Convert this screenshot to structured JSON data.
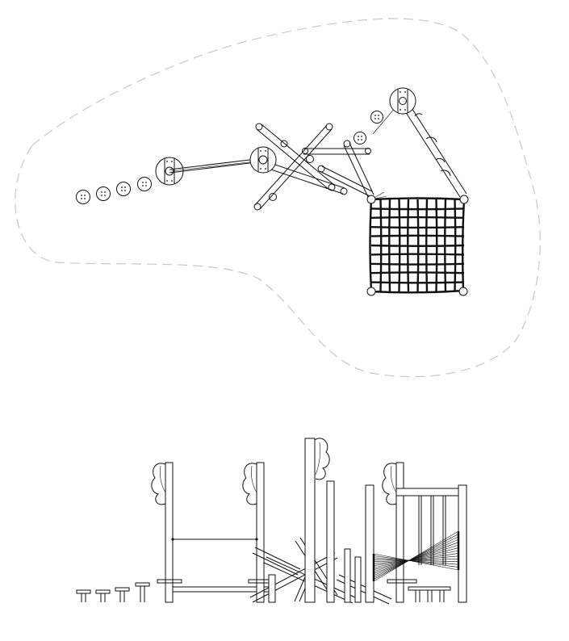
{
  "drawing": {
    "title": "",
    "views": [
      "plan-view",
      "elevation-view"
    ],
    "colors": {
      "ink": "#111111",
      "background": "#ffffff",
      "safety_zone": "#c8c8c8"
    },
    "plan_view": {
      "components": [
        "safety-zone-outline",
        "stepping-stones",
        "platform-disc",
        "climbing-logs",
        "climbing-net",
        "net-corner-posts"
      ],
      "stepping_stone_count": 4,
      "platform_disc_count": 3,
      "net_grid": "10x10"
    },
    "elevation_view": {
      "components": [
        "stepping-stone-posts",
        "tall-posts",
        "rope-traverse",
        "leaning-logs",
        "net-frame",
        "cross-net"
      ],
      "stepping_stone_post_count": 4
    }
  }
}
